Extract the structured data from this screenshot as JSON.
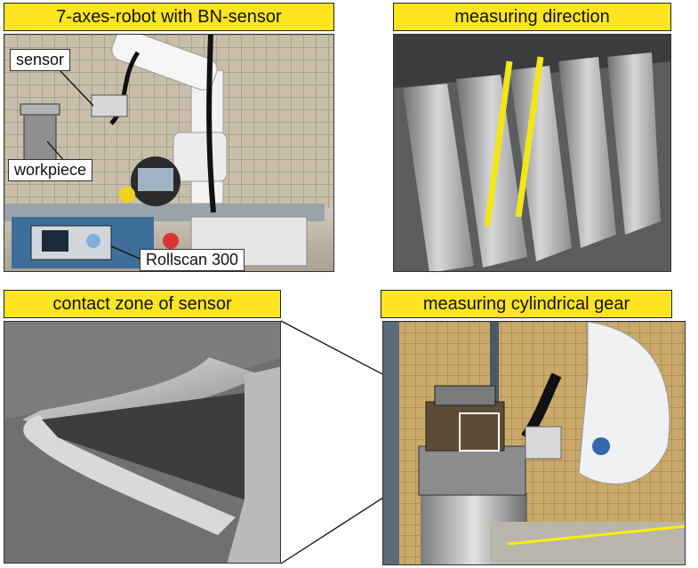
{
  "panels": {
    "robot": {
      "title": "7-axes-robot with BN-sensor",
      "labels": {
        "sensor": "sensor",
        "workpiece": "workpiece",
        "rollscan": "Rollscan 300"
      }
    },
    "direction": {
      "title": "measuring direction"
    },
    "contact": {
      "title": "contact zone of sensor"
    },
    "cylindrical": {
      "title": "measuring cylindrical gear"
    }
  },
  "colors": {
    "title_bg": "#ffe51f",
    "highlight_line": "#f2e61a"
  }
}
